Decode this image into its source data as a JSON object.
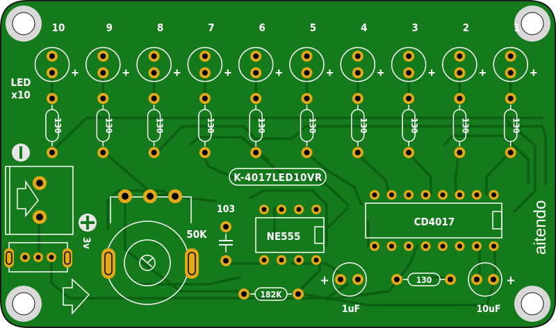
{
  "board": {
    "name": "K-4017LED10VR",
    "brand": "aitendo",
    "colors": {
      "board": "#157a1b",
      "board_edge": "#1a1a1a",
      "trace": "#0b5e12",
      "pad": "#e3a81a",
      "drill": "#000000",
      "silkscreen": "#ffffff",
      "mount_hole": "#d9d9d9"
    }
  },
  "led_section": {
    "label_line1": "LED",
    "label_line2": "x10",
    "polarity_mark": "+",
    "leds": [
      {
        "number": "10",
        "resistor": "130"
      },
      {
        "number": "9",
        "resistor": "130"
      },
      {
        "number": "8",
        "resistor": "130"
      },
      {
        "number": "7",
        "resistor": "130"
      },
      {
        "number": "6",
        "resistor": "130"
      },
      {
        "number": "5",
        "resistor": "130"
      },
      {
        "number": "4",
        "resistor": "130"
      },
      {
        "number": "3",
        "resistor": "130"
      },
      {
        "number": "2",
        "resistor": "130"
      },
      {
        "number": "1",
        "resistor": "130"
      }
    ]
  },
  "power": {
    "minus_symbol": "I",
    "plus_symbol": "+",
    "voltage": "3v"
  },
  "components": {
    "potentiometer": "50K",
    "capacitor_ceramic": "103",
    "timer_ic": "NE555",
    "counter_ic": "CD4017",
    "resistor_timing": "182K",
    "resistor_bottom": "130",
    "cap_small": "1uF",
    "cap_large": "10uF",
    "cap_polarity": "+"
  }
}
